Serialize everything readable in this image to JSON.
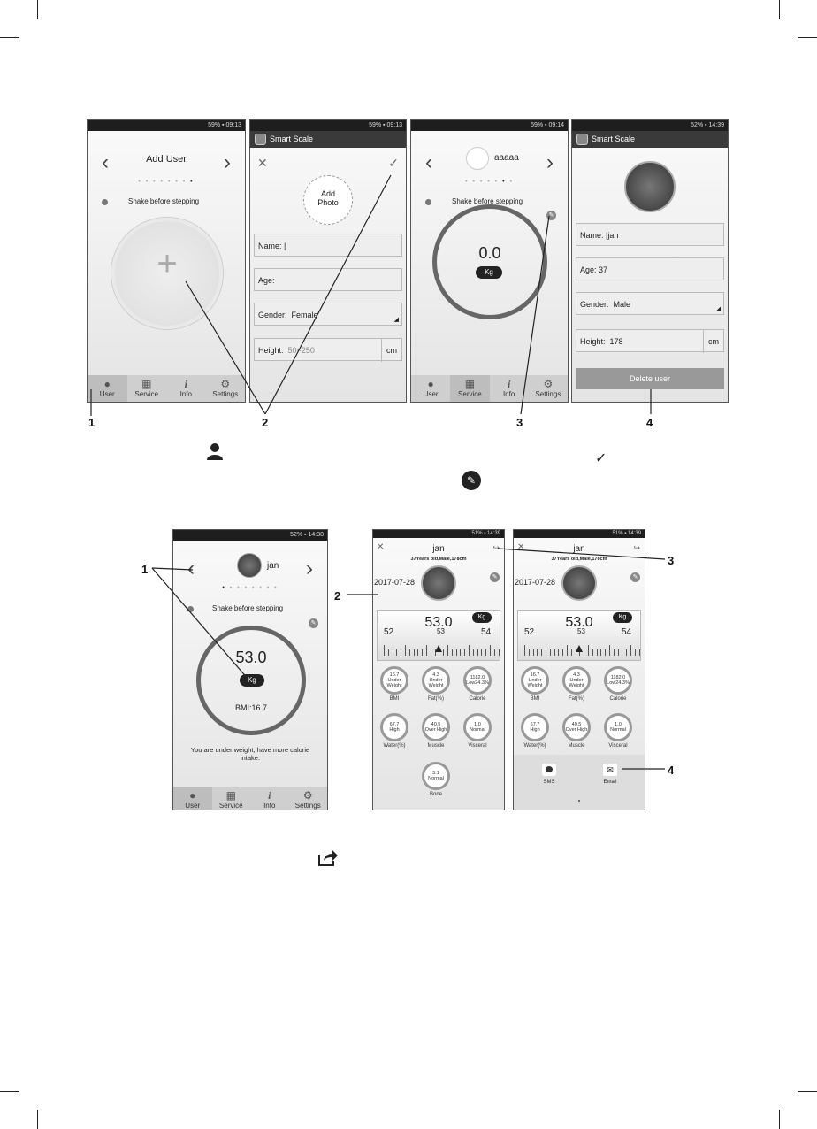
{
  "top": {
    "callouts": [
      "1",
      "2",
      "3",
      "4"
    ],
    "s1": {
      "status": "59% ▪ 09:13",
      "title": "Add User",
      "shake": "Shake before stepping",
      "plus": "+"
    },
    "s2": {
      "status": "59% ▪ 09:13",
      "appbar": "Smart Scale",
      "add_photo": "Add\nPhoto",
      "name": "Name:",
      "age": "Age:",
      "gender_label": "Gender:",
      "gender_value": "Female",
      "height_label": "Height:",
      "height_placeholder": "50~250",
      "height_unit": "cm"
    },
    "s3": {
      "status": "59% ▪ 09:14",
      "username": "aaaaa",
      "shake": "Shake before stepping",
      "weight": "0.0",
      "unit": "Kg"
    },
    "s4": {
      "status": "52% ▪ 14:39",
      "appbar": "Smart Scale",
      "name": "Name:",
      "name_value": "jan",
      "age": "Age: 37",
      "gender_label": "Gender:",
      "gender_value": "Male",
      "height_label": "Height:",
      "height_value": "178",
      "height_unit": "cm",
      "delete": "Delete user"
    },
    "nav": [
      "User",
      "Service",
      "Info",
      "Settings"
    ]
  },
  "bottom": {
    "callouts": [
      "1",
      "2",
      "3",
      "4"
    ],
    "s5": {
      "status": "52% ▪ 14:38",
      "username": "jan",
      "shake": "Shake before stepping",
      "weight": "53.0",
      "unit": "Kg",
      "bmi": "BMI:16.7",
      "message": "You are under weight, have more calorie intake."
    },
    "s6": {
      "status": "51% ▪ 14:39",
      "username": "jan",
      "subtitle": "37Years old,Male,178cm",
      "date": "2017-07-28",
      "weight": "53.0",
      "unit": "Kg",
      "ticks": [
        "52",
        "53",
        "54"
      ]
    },
    "metrics": [
      {
        "v": "16.7",
        "s": "Under Weight",
        "n": "BMI"
      },
      {
        "v": "4.3",
        "s": "Under Weight",
        "n": "Fat(%)"
      },
      {
        "v": "1182.0",
        "s": "Low24.3%",
        "n": "Calorie"
      },
      {
        "v": "67.7",
        "s": "High",
        "n": "Water(%)"
      },
      {
        "v": "40.5",
        "s": "Over High",
        "n": "Muscle"
      },
      {
        "v": "1.0",
        "s": "Normal",
        "n": "Visceral"
      },
      {
        "v": "3.1",
        "s": "Normal",
        "n": "Bone"
      }
    ],
    "share": {
      "sms": "SMS",
      "email": "Email"
    }
  },
  "icons": [
    "user-icon",
    "service-icon",
    "info-icon",
    "settings-icon",
    "check-icon",
    "pencil-icon",
    "share-icon",
    "close-icon",
    "chevron-left-icon",
    "chevron-right-icon"
  ]
}
